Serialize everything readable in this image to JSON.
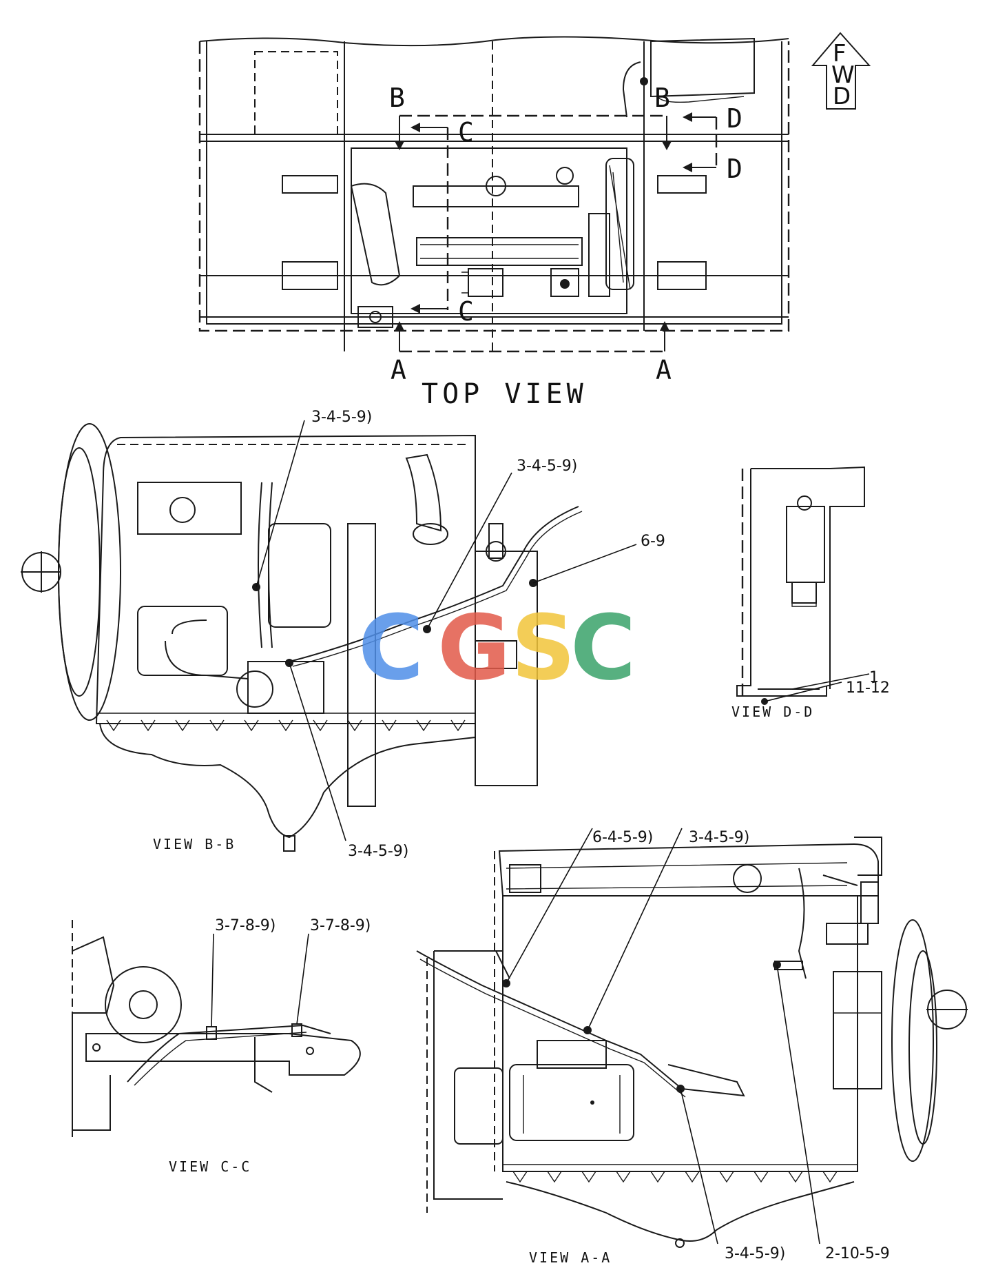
{
  "top_view": {
    "title": "TOP VIEW",
    "fwd_letters": [
      "F",
      "W",
      "D"
    ],
    "section_letters": {
      "b_left": "B",
      "b_right": "B",
      "c_top": "C",
      "c_bottom": "C",
      "d_top": "D",
      "d_bottom": "D",
      "a_left": "A",
      "a_right": "A"
    }
  },
  "view_bb": {
    "title": "VIEW B-B",
    "callouts": [
      "3-4-5-9)",
      "3-4-5-9)",
      "6-9",
      "3-4-5-9)"
    ]
  },
  "view_dd": {
    "title": "VIEW D-D",
    "callouts": [
      "1",
      "11-12"
    ]
  },
  "view_cc": {
    "title": "VIEW C-C",
    "callouts": [
      "3-7-8-9)",
      "3-7-8-9)"
    ]
  },
  "view_aa": {
    "title": "VIEW A-A",
    "callouts": [
      "6-4-5-9)",
      "3-4-5-9)",
      "3-4-5-9)",
      "2-10-5-9"
    ]
  },
  "watermark": {
    "letters": [
      "C",
      "G",
      "S",
      "C"
    ],
    "colors": [
      "#4f8fe8",
      "#e25a4a",
      "#f2c53a",
      "#3aa36a"
    ]
  }
}
